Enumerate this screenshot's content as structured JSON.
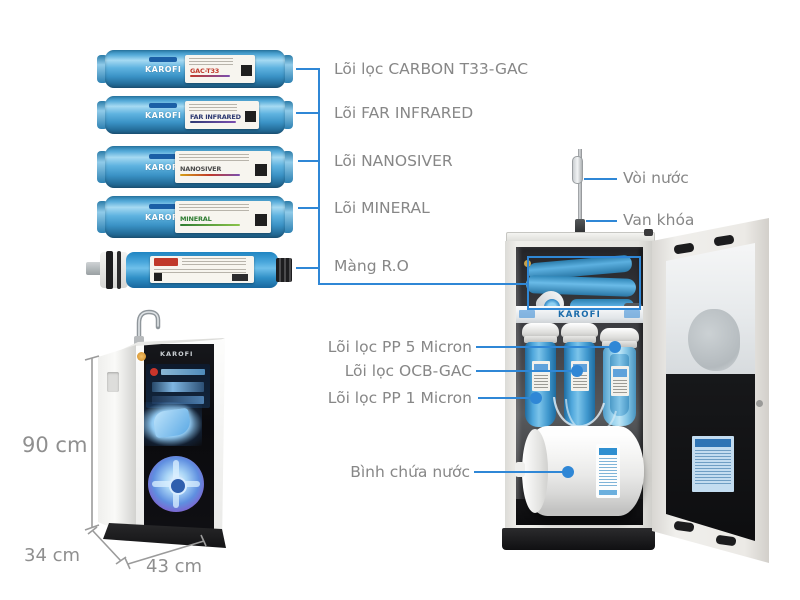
{
  "brand": "KAROFI",
  "colors": {
    "pointer_blue": "#2f87d6",
    "label_gray": "#878787",
    "dimension_gray": "#8f8f8f"
  },
  "filter_stack": {
    "items": [
      {
        "label": "Lõi lọc CARBON T33-GAC",
        "cartridge_text": "GAC-T33"
      },
      {
        "label": "Lõi FAR INFRARED",
        "cartridge_text": "FAR INFRARED"
      },
      {
        "label": "Lõi NANOSIVER",
        "cartridge_text": "NANOSIVER"
      },
      {
        "label": "Lõi MINERAL",
        "cartridge_text": "MINERAL"
      },
      {
        "label": "Màng R.O",
        "cartridge_text": ""
      }
    ]
  },
  "cabinet_labels": {
    "faucet": "Vòi nước",
    "valve": "Van khóa",
    "pp5": "Lõi lọc PP 5 Micron",
    "ocb_gac": "Lõi lọc OCB-GAC",
    "pp1": "Lõi lọc PP 1 Micron",
    "tank": "Bình chứa nước"
  },
  "dimensions": {
    "height": "90 cm",
    "depth": "34 cm",
    "width": "43 cm"
  }
}
